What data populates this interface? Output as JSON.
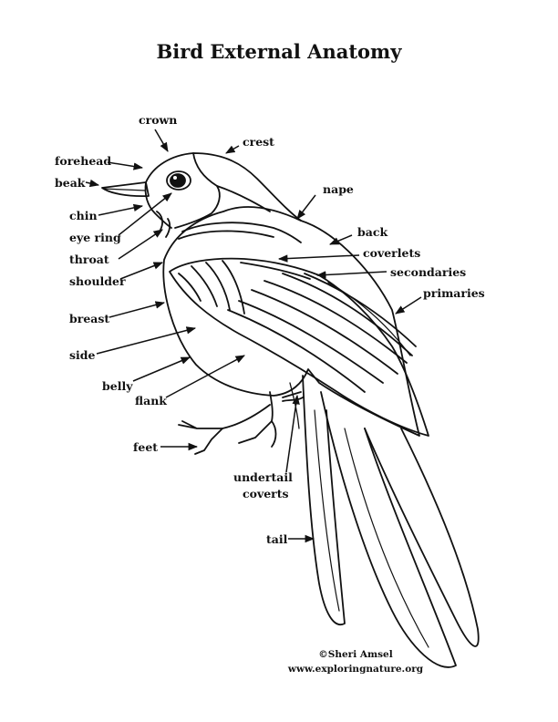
{
  "title": "Bird External Anatomy",
  "labels": {
    "crown": "crown",
    "crest": "crest",
    "forehead": "forehead",
    "beak": "beak",
    "nape": "nape",
    "chin": "chin",
    "eye_ring": "eye ring",
    "back": "back",
    "throat": "throat",
    "coverlets": "coverlets",
    "secondaries": "secondaries",
    "shoulder": "shoulder",
    "primaries": "primaries",
    "breast": "breast",
    "side": "side",
    "belly": "belly",
    "flank": "flank",
    "feet": "feet",
    "undertail_line1": "undertail",
    "undertail_line2": "coverts",
    "tail": "tail"
  },
  "credit": {
    "author": "©Sheri Amsel",
    "website": "www.exploringnature.org"
  },
  "colors": {
    "ink": "#111111",
    "background": "#ffffff"
  }
}
